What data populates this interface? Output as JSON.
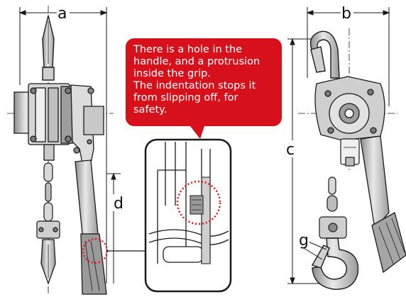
{
  "dimensions": {
    "a": "a",
    "b": "b",
    "c": "c",
    "d": "d",
    "g": "g"
  },
  "callout": {
    "lines": [
      "There is a hole in the",
      "handle, and a protrusion",
      "inside the grip.",
      "The indentation stops it",
      "from slipping off, for",
      "safety."
    ]
  },
  "colors": {
    "callout_bg": "#d7111b",
    "highlight_dots": "#e4121b",
    "line": "#1a1a1a",
    "shade_light": "#e8e8e8",
    "shade_mid": "#bdbdbd",
    "shade_dark": "#7a7a7a"
  },
  "icons": {
    "hoist_front": "lever-hoist-front-view",
    "hoist_side": "lever-hoist-side-view",
    "detail_inset": "handle-grip-detail"
  }
}
